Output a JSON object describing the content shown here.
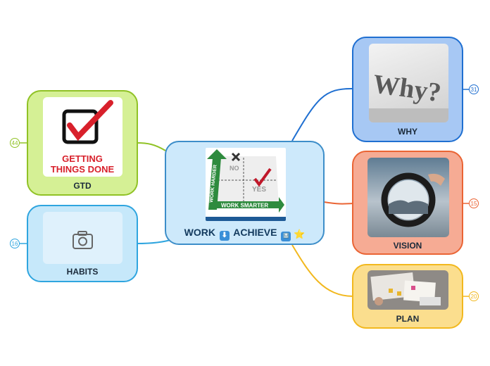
{
  "center": {
    "title": "WORK",
    "title2": "ACHIEVE",
    "down_arrow": "⬇",
    "top_badge": "🔝",
    "star": "⭐",
    "image_caption": "WORK SMARTER",
    "label_harder": "WORK HARDER",
    "label_no": "NO",
    "label_yes": "YES"
  },
  "nodes": {
    "why": {
      "label": "WHY",
      "count": "31",
      "image_text": "Why?"
    },
    "vision": {
      "label": "VISION",
      "count": "15"
    },
    "plan": {
      "label": "PLAN",
      "count": "20"
    },
    "gtd": {
      "label": "GTD",
      "count": "44",
      "image_text_1": "GETTING",
      "image_text_2": "THINGS DONE"
    },
    "habits": {
      "label": "HABITS",
      "count": "16"
    }
  },
  "colors": {
    "center_fill": "#cde9fb",
    "center_border": "#3d8ec9",
    "why": "#1f6fd1",
    "vision": "#ea6434",
    "plan": "#f2b81e",
    "gtd": "#90c225",
    "habits": "#2fa5df"
  }
}
